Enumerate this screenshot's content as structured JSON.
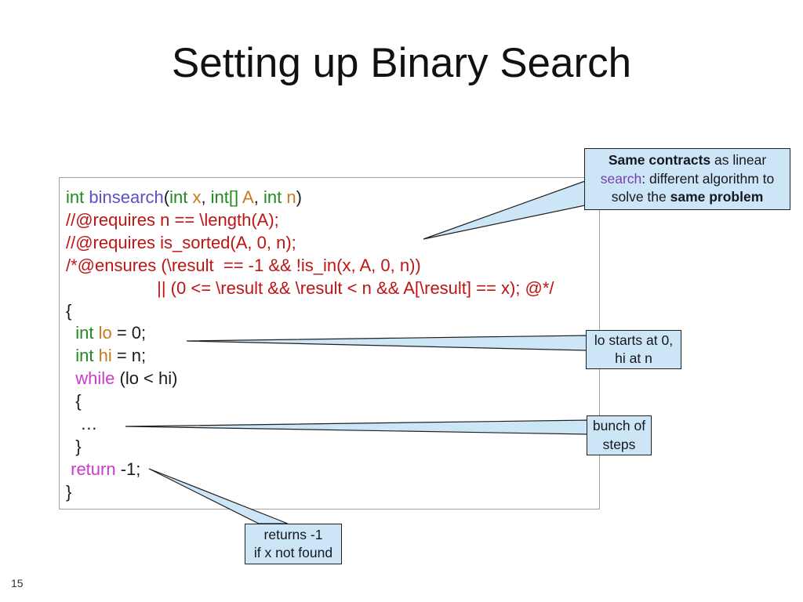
{
  "slide": {
    "title": "Setting up Binary Search",
    "page_number": "15"
  },
  "palette": {
    "green": "#1f8a1f",
    "blue": "#5a4fd0",
    "orange": "#c67b1f",
    "magenta": "#cb3bcb",
    "red": "#bd1414",
    "black": "#1b1b1b",
    "purple": "#7442a8",
    "text": "#17171f",
    "callout_fill": "#cde6f7",
    "callout_border": "#202020",
    "codebox_border": "#a3a3a3"
  },
  "code": {
    "lines": [
      [
        {
          "t": "int ",
          "c": "green"
        },
        {
          "t": "binsearch",
          "c": "blue"
        },
        {
          "t": "(",
          "c": "black"
        },
        {
          "t": "int ",
          "c": "green"
        },
        {
          "t": "x",
          "c": "orange"
        },
        {
          "t": ", ",
          "c": "black"
        },
        {
          "t": "int[] ",
          "c": "green"
        },
        {
          "t": "A",
          "c": "orange"
        },
        {
          "t": ", ",
          "c": "black"
        },
        {
          "t": "int ",
          "c": "green"
        },
        {
          "t": "n",
          "c": "orange"
        },
        {
          "t": ")",
          "c": "black"
        }
      ],
      [
        {
          "t": "//@requires n == \\length(A);",
          "c": "red"
        }
      ],
      [
        {
          "t": "//@requires is_sorted(A, 0, n);",
          "c": "red"
        }
      ],
      [
        {
          "t": "/*@ensures (\\result  == -1 && !is_in(x, A, 0, n))",
          "c": "red"
        }
      ],
      [
        {
          "t": "                   || (0 <= \\result && \\result < n && A[\\result] == x); @*/",
          "c": "red"
        }
      ],
      [
        {
          "t": "{",
          "c": "black"
        }
      ],
      [
        {
          "t": "  ",
          "c": "black"
        },
        {
          "t": "int ",
          "c": "green"
        },
        {
          "t": "lo",
          "c": "orange"
        },
        {
          "t": " = 0;",
          "c": "black"
        }
      ],
      [
        {
          "t": "  ",
          "c": "black"
        },
        {
          "t": "int ",
          "c": "green"
        },
        {
          "t": "hi",
          "c": "orange"
        },
        {
          "t": " = n;",
          "c": "black"
        }
      ],
      [
        {
          "t": "  ",
          "c": "black"
        },
        {
          "t": "while",
          "c": "magenta"
        },
        {
          "t": " (lo < hi)",
          "c": "black"
        }
      ],
      [
        {
          "t": "  {",
          "c": "black"
        }
      ],
      [
        {
          "t": "   …",
          "c": "black"
        }
      ],
      [
        {
          "t": "  }",
          "c": "black"
        }
      ],
      [
        {
          "t": " ",
          "c": "black"
        },
        {
          "t": "return",
          "c": "magenta"
        },
        {
          "t": " -1;",
          "c": "black"
        }
      ],
      [
        {
          "t": "}",
          "c": "black"
        }
      ]
    ]
  },
  "callouts": {
    "contracts": {
      "lines": [
        [
          {
            "t": "Same contracts",
            "c": "text",
            "w": "b"
          },
          {
            "t": " as linear",
            "c": "text"
          }
        ],
        [
          {
            "t": "search",
            "c": "purple"
          },
          {
            "t": ": different algorithm to",
            "c": "text"
          }
        ],
        [
          {
            "t": "solve the ",
            "c": "text"
          },
          {
            "t": "same problem",
            "c": "text",
            "w": "b"
          }
        ]
      ]
    },
    "lo_hi": {
      "lines": [
        [
          {
            "t": "lo starts at 0,",
            "c": "text"
          }
        ],
        [
          {
            "t": "hi at n",
            "c": "text"
          }
        ]
      ]
    },
    "bunch": {
      "lines": [
        [
          {
            "t": "bunch of",
            "c": "text"
          }
        ],
        [
          {
            "t": "steps",
            "c": "text"
          }
        ]
      ]
    },
    "returns": {
      "lines": [
        [
          {
            "t": "returns -1",
            "c": "text"
          }
        ],
        [
          {
            "t": "if x not found",
            "c": "text"
          }
        ]
      ]
    }
  }
}
